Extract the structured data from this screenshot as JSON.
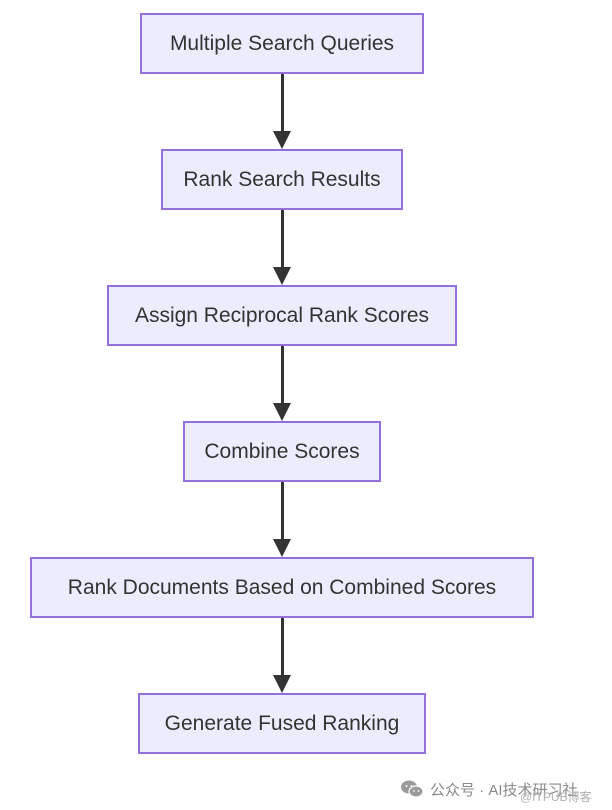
{
  "diagram": {
    "nodes": [
      {
        "id": "n1",
        "label": "Multiple Search Queries"
      },
      {
        "id": "n2",
        "label": "Rank Search Results"
      },
      {
        "id": "n3",
        "label": "Assign Reciprocal Rank Scores"
      },
      {
        "id": "n4",
        "label": "Combine Scores"
      },
      {
        "id": "n5",
        "label": "Rank Documents Based on Combined Scores"
      },
      {
        "id": "n6",
        "label": "Generate Fused Ranking"
      }
    ],
    "edges": [
      {
        "from": "n1",
        "to": "n2"
      },
      {
        "from": "n2",
        "to": "n3"
      },
      {
        "from": "n3",
        "to": "n4"
      },
      {
        "from": "n4",
        "to": "n5"
      },
      {
        "from": "n5",
        "to": "n6"
      }
    ]
  },
  "watermark": {
    "text": "公众号 · AI技术研习社",
    "subtext": "@ITPUB博客",
    "icon": "wechat-icon"
  },
  "colors": {
    "node_fill": "#ECECFF",
    "node_border": "#9370DB",
    "edge": "#333333",
    "text": "#333333"
  }
}
